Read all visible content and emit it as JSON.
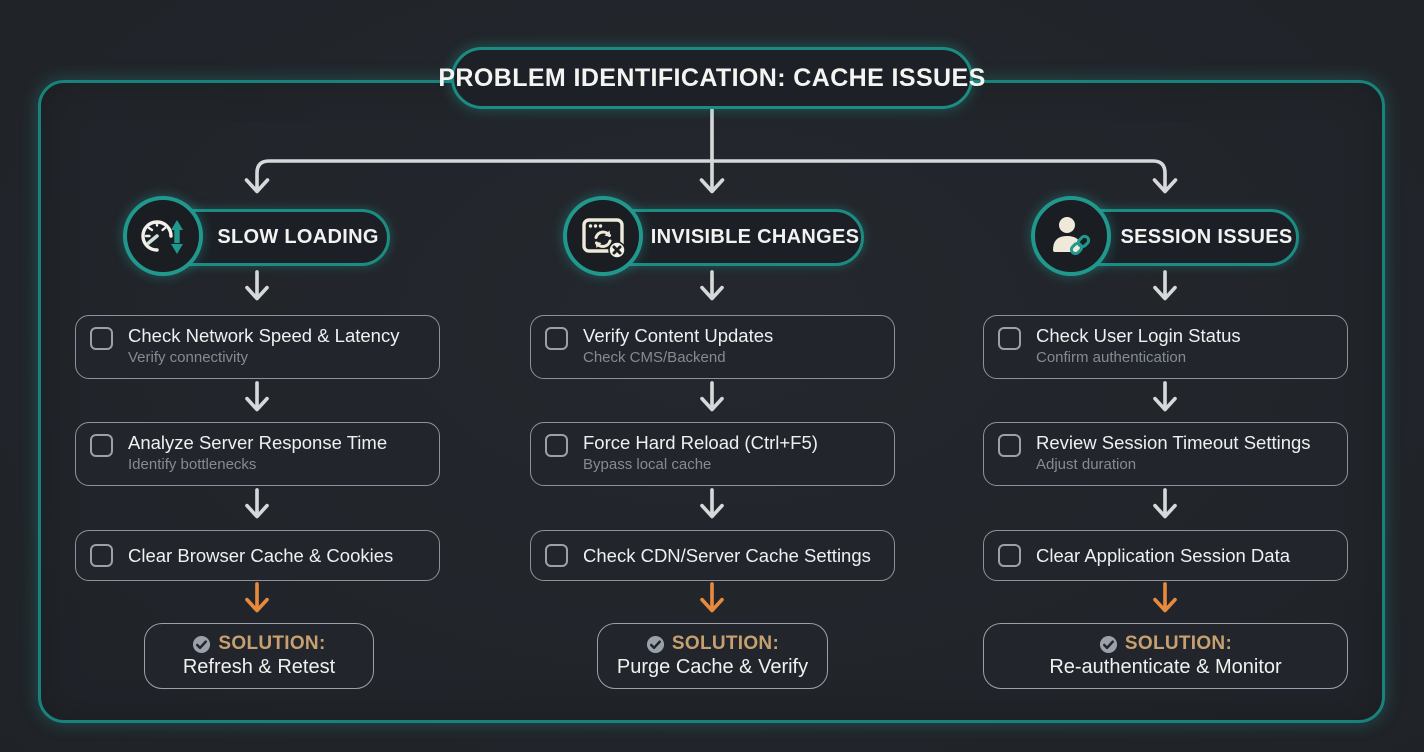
{
  "title": "PROBLEM IDENTIFICATION: CACHE ISSUES",
  "columns": [
    {
      "header": "SLOW LOADING",
      "icon": "speedometer-icon",
      "steps": [
        {
          "label": "Check Network Speed & Latency",
          "sublabel": "Verify connectivity",
          "checked": false
        },
        {
          "label": "Analyze Server Response Time",
          "sublabel": "Identify bottlenecks",
          "checked": false
        },
        {
          "label": "Clear Browser Cache & Cookies",
          "checked": false
        }
      ],
      "solution_prefix": "SOLUTION:",
      "solution": "Refresh & Retest"
    },
    {
      "header": "INVISIBLE CHANGES",
      "icon": "browser-refresh-error-icon",
      "steps": [
        {
          "label": "Verify Content Updates",
          "sublabel": "Check CMS/Backend",
          "checked": false
        },
        {
          "label": "Force Hard Reload (Ctrl+F5)",
          "sublabel": "Bypass local cache",
          "checked": false
        },
        {
          "label": "Check CDN/Server Cache Settings",
          "checked": false
        }
      ],
      "solution_prefix": "SOLUTION:",
      "solution": "Purge Cache & Verify"
    },
    {
      "header": "SESSION ISSUES",
      "icon": "user-link-icon",
      "steps": [
        {
          "label": "Check User Login Status",
          "sublabel": "Confirm authentication",
          "checked": false
        },
        {
          "label": "Review Session Timeout Settings",
          "sublabel": "Adjust duration",
          "checked": false
        },
        {
          "label": "Clear Application Session Data",
          "checked": false
        }
      ],
      "solution_prefix": "SOLUTION:",
      "solution": "Re-authenticate & Monitor"
    }
  ],
  "colors": {
    "teal_accent": "#1b8c82",
    "orange_arrow": "#e78a3e",
    "solution_tan": "#c7a070",
    "connector_gray": "#d6d8da",
    "box_border": "#8b929b",
    "background": "#1f2227",
    "text": "#f2f3f1",
    "subtext": "#858b93"
  }
}
